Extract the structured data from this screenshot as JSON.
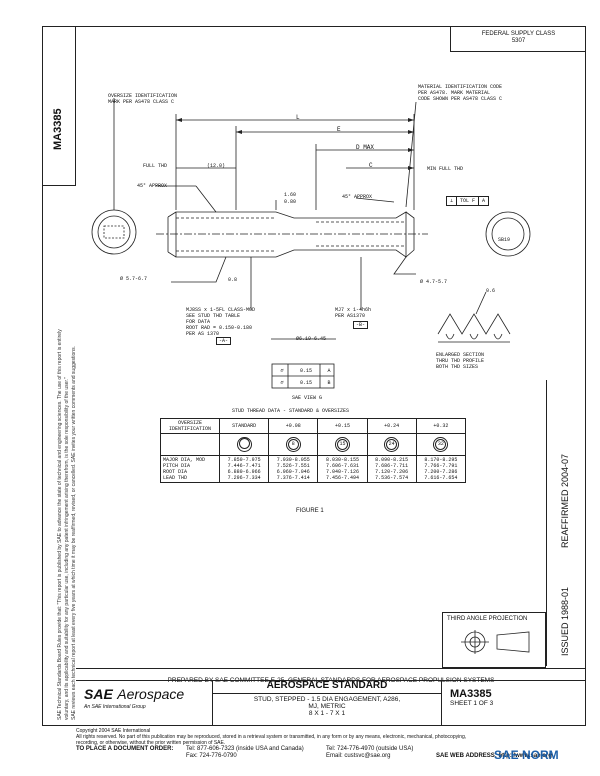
{
  "header": {
    "federal_supply_class": "FEDERAL SUPPLY CLASS",
    "fsc_number": "5307"
  },
  "doc_id_rotated": "MA3385",
  "left_margin_text": [
    "SAE Technical Standards Board Rules provide that: \"This report is published by SAE to advance the state of technical and engineering sciences. The use of this report is entirely",
    "voluntary, and its applicability and suitability for any particular use, including any patent infringement arising therefrom, is the sole responsibility of the user.\"",
    "SAE reviews each technical report at least every five years at which time it may be reaffirmed, revised, or cancelled. SAE invites your written comments and suggestions."
  ],
  "drawing": {
    "callout_oversize": [
      "OVERSIZE IDENTIFICATION",
      "MARK PER AS478 CLASS C"
    ],
    "callout_material": [
      "MATERIAL IDENTIFICATION CODE",
      "PER AS478. MARK MATERIAL",
      "CODE SHOWN PER AS478 CLASS C"
    ],
    "dim_L": "L",
    "dim_E": "E",
    "dim_D_max": "D MAX",
    "dim_C": "C",
    "full_thd": "FULL THD",
    "dim_12": "(12.0)",
    "min_full_thd": "MIN FULL THD",
    "approx_left": "45° APPROX",
    "approx_right": "45° APPROX",
    "dim_160": "1.60",
    "dim_080": "0.80",
    "dia_left": "Ø 5.7-6.7",
    "dia_right": "Ø 4.7-5.7",
    "dim_08": "0.8",
    "thread_callout": [
      "MJ8SS x 1-5FL CLASS-MOD",
      "SEE STUD THD TABLE",
      "FOR DATA",
      "ROOT RAD = 0.150-0.180",
      "PER AS 1370"
    ],
    "datum_A": "-A-",
    "thread_callout_right": [
      "MJ7 x 1-4h6h",
      "PER AS1370"
    ],
    "datum_B": "-B-",
    "dia_619": "Ø6.19-6.45",
    "tol_row1": [
      "⌭",
      "0.15",
      "A"
    ],
    "tol_row2": [
      "⌭",
      "0.15",
      "B"
    ],
    "sae_view": "SAE VIEW G",
    "fcf_right": [
      "⊥",
      "TOL F",
      "A"
    ],
    "mat_code": "SB19",
    "dim_06": "0.6",
    "enlarged": [
      "ENLARGED SECTION",
      "THRU THD PROFILE",
      "BOTH THD SIZES"
    ]
  },
  "table": {
    "title": "STUD THREAD DATA - STANDARD & OVERSIZES",
    "col_headers": [
      "OVERSIZE IDENTIFICATION",
      "STANDARD",
      "+0.08",
      "+0.15",
      "+0.24",
      "+0.32"
    ],
    "marks": [
      "",
      "8",
      "15",
      "24",
      "32"
    ],
    "row_labels": [
      "MAJOR DIA, MOD",
      "PITCH DIA",
      "ROOT DIA",
      "LEAD THD"
    ],
    "cols": [
      [
        "7.850-7.975",
        "7.446-7.471",
        "6.880-6.966",
        "7.296-7.334"
      ],
      [
        "7.930-8.055",
        "7.526-7.551",
        "6.960-7.046",
        "7.376-7.414"
      ],
      [
        "8.030-8.155",
        "7.606-7.631",
        "7.040-7.126",
        "7.456-7.494"
      ],
      [
        "8.090-8.215",
        "7.686-7.711",
        "7.120-7.206",
        "7.536-7.574"
      ],
      [
        "8.170-8.295",
        "7.766-7.791",
        "7.200-7.286",
        "7.616-7.654"
      ]
    ]
  },
  "figure_label": "FIGURE 1",
  "reaffirmed": "REAFFIRMED 2004-07",
  "issued": "ISSUED 1988-01",
  "third_angle": "THIRD ANGLE PROJECTION",
  "prepared_by": "PREPARED BY SAE COMMITTEE E-25, GENERAL STANDARDS FOR AEROSPACE PROPULSION SYSTEMS",
  "title_block": {
    "logo_sae": "SAE",
    "logo_aero": "Aerospace",
    "logo_tag": "An SAE International Group",
    "standard": "AEROSPACE STANDARD",
    "desc_line1": "STUD, STEPPED - 1.5 DIA ENGAGEMENT, A286,",
    "desc_line2": "MJ, METRIC",
    "desc_line3": "8 X 1 - 7 X 1",
    "doc_number": "MA3385",
    "sheet": "SHEET 1 OF 3"
  },
  "footer": {
    "copyright": "Copyright 2004 SAE International",
    "rights": "All rights reserved. No part of this publication may be reproduced, stored in a retrieval system or transmitted, in any form or by any means, electronic, mechanical, photocopying,",
    "rights2": "recording, or otherwise, without the prior written permission of SAE.",
    "to_place": "TO PLACE A DOCUMENT ORDER:",
    "tel1": "Tel: 877-606-7323 (inside USA and Canada)",
    "tel2": "Tel: 724-776-4970 (outside USA)",
    "fax": "Fax: 724-776-0790",
    "email": "Email: custsvc@sae.org",
    "web": "SAE WEB ADDRESS: http://www.sae.org",
    "watermark": "SAE NORM"
  }
}
